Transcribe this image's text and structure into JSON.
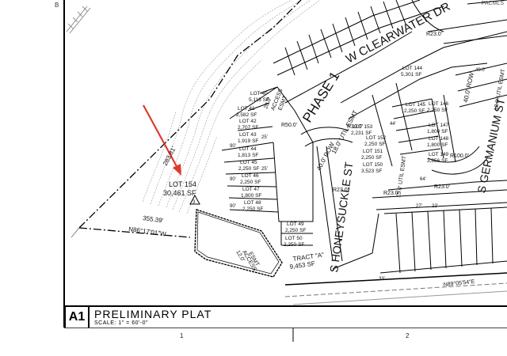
{
  "sheet": {
    "corner_letter": "B",
    "sheet_id": "A1",
    "title": "PRELIMINARY PLAT",
    "scale": "SCALE: 1\" = 60'-0\"",
    "columns": [
      "1",
      "2"
    ],
    "logo": "PACMLS"
  },
  "plan": {
    "phase_label": "PHASE 1",
    "streets": [
      "W CLEARWATER DR",
      "S HONEYSUCKLE ST",
      "S GERMANIUM ST"
    ],
    "highlight_lot": {
      "name": "LOT 154",
      "area": "30,461 SF"
    },
    "bearing_label": "N86°17'01\"W",
    "distance_label": "355.39'",
    "boundary_distance": "283.81'",
    "tract": {
      "name": "TRACT \"A\"",
      "area": "9,453 SF"
    },
    "access_esmt_a": [
      "20.0'",
      "ACCESS",
      "ESMT"
    ],
    "access_esmt_b": [
      "12.0'",
      "ACCESS",
      "ESMT"
    ],
    "bottom_bearing": "N89°05'54\"E",
    "lots": [
      {
        "name": "LOT 40",
        "area": "5,113 SF"
      },
      {
        "name": "LOT 41",
        "area": "2,582 SF"
      },
      {
        "name": "LOT 42",
        "area": "2,707 SF"
      },
      {
        "name": "LOT 43",
        "area": "1,919 SF"
      },
      {
        "name": "LOT 44",
        "area": "1,813 SF"
      },
      {
        "name": "LOT 45",
        "area": "2,250 SF"
      },
      {
        "name": "LOT 46",
        "area": "2,250 SF"
      },
      {
        "name": "LOT 47",
        "area": "1,800 SF"
      },
      {
        "name": "LOT 48",
        "area": "2,250 SF"
      },
      {
        "name": "LOT 49",
        "area": "2,250 SF"
      },
      {
        "name": "LOT 50",
        "area": "2,250 SF"
      },
      {
        "name": "LOT 144",
        "area": "5,301 SF"
      },
      {
        "name": "LOT 145",
        "area": "2,250 SF"
      },
      {
        "name": "LOT 146",
        "area": "2,250 SF"
      },
      {
        "name": "LOT 147",
        "area": "1,800 SF"
      },
      {
        "name": "LOT 148",
        "area": "1,800 SF"
      },
      {
        "name": "LOT 149",
        "area": "3,856 SF"
      },
      {
        "name": "LOT 150",
        "area": "3,523 SF"
      },
      {
        "name": "LOT 151",
        "area": "2,250 SF"
      },
      {
        "name": "LOT 152",
        "area": "2,250 SF"
      },
      {
        "name": "LOT 153",
        "area": "2,231 SF"
      }
    ],
    "utility_labels": [
      "18.0' UTIL ESMT",
      "40.0' ROW",
      "15.0' UTIL ESMT",
      "40.0' ROW",
      "18.0' UTIL ESMT"
    ],
    "radii": [
      "R50.0'",
      "R30.0'",
      "R23.0'",
      "R23.0'",
      "R100.0'",
      "R23.0'",
      "R23.0'"
    ],
    "dims": [
      "90'",
      "90'",
      "90'",
      "25'",
      "25'",
      "27'",
      "22'",
      "33'",
      "40.0'",
      "44'",
      "64'"
    ]
  }
}
